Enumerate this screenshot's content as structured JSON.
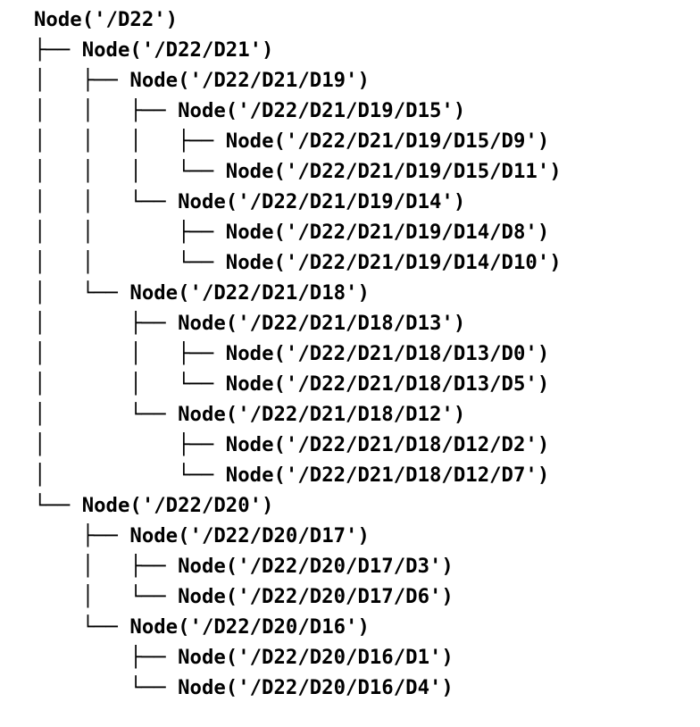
{
  "tree": {
    "lines": [
      {
        "prefix": "",
        "label": "Node('/D22')"
      },
      {
        "prefix": "├── ",
        "label": "Node('/D22/D21')"
      },
      {
        "prefix": "│   ├── ",
        "label": "Node('/D22/D21/D19')"
      },
      {
        "prefix": "│   │   ├── ",
        "label": "Node('/D22/D21/D19/D15')"
      },
      {
        "prefix": "│   │   │   ├── ",
        "label": "Node('/D22/D21/D19/D15/D9')"
      },
      {
        "prefix": "│   │   │   └── ",
        "label": "Node('/D22/D21/D19/D15/D11')"
      },
      {
        "prefix": "│   │   └── ",
        "label": "Node('/D22/D21/D19/D14')"
      },
      {
        "prefix": "│   │       ├── ",
        "label": "Node('/D22/D21/D19/D14/D8')"
      },
      {
        "prefix": "│   │       └── ",
        "label": "Node('/D22/D21/D19/D14/D10')"
      },
      {
        "prefix": "│   └── ",
        "label": "Node('/D22/D21/D18')"
      },
      {
        "prefix": "│       ├── ",
        "label": "Node('/D22/D21/D18/D13')"
      },
      {
        "prefix": "│       │   ├── ",
        "label": "Node('/D22/D21/D18/D13/D0')"
      },
      {
        "prefix": "│       │   └── ",
        "label": "Node('/D22/D21/D18/D13/D5')"
      },
      {
        "prefix": "│       └── ",
        "label": "Node('/D22/D21/D18/D12')"
      },
      {
        "prefix": "│           ├── ",
        "label": "Node('/D22/D21/D18/D12/D2')"
      },
      {
        "prefix": "│           └── ",
        "label": "Node('/D22/D21/D18/D12/D7')"
      },
      {
        "prefix": "└── ",
        "label": "Node('/D22/D20')"
      },
      {
        "prefix": "    ├── ",
        "label": "Node('/D22/D20/D17')"
      },
      {
        "prefix": "    │   ├── ",
        "label": "Node('/D22/D20/D17/D3')"
      },
      {
        "prefix": "    │   └── ",
        "label": "Node('/D22/D20/D17/D6')"
      },
      {
        "prefix": "    └── ",
        "label": "Node('/D22/D20/D16')"
      },
      {
        "prefix": "        ├── ",
        "label": "Node('/D22/D20/D16/D1')"
      },
      {
        "prefix": "        └── ",
        "label": "Node('/D22/D20/D16/D4')"
      }
    ]
  }
}
